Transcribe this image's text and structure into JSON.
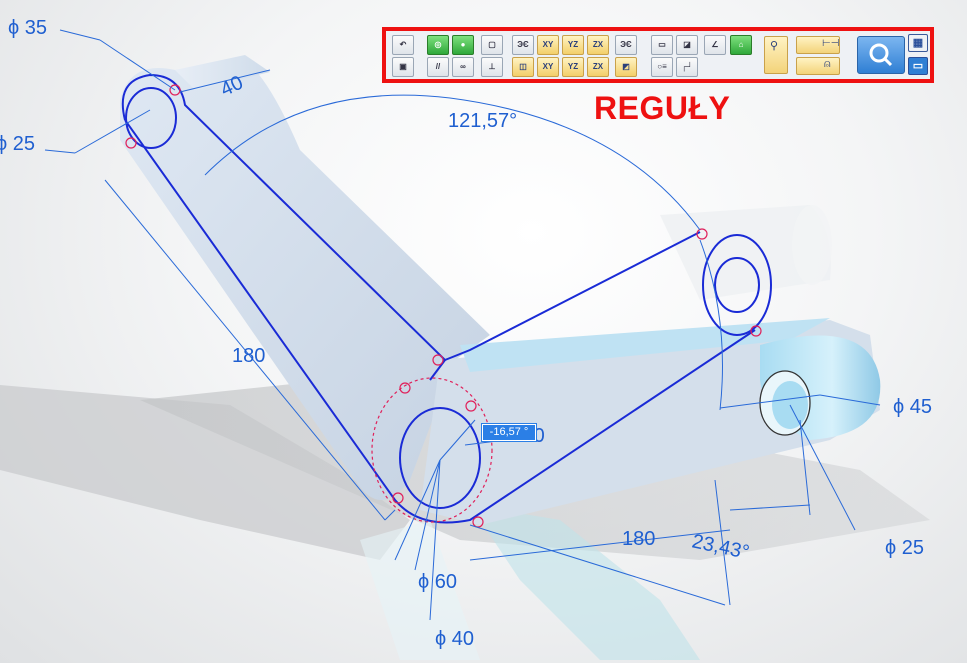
{
  "toolbar": {
    "row1": [
      {
        "name": "undo-icon",
        "label": "↶",
        "style": "plain"
      },
      {
        "name": "concentric-relation-icon",
        "label": "◎",
        "style": "green"
      },
      {
        "name": "tangent-relation-icon",
        "label": "●",
        "style": "green"
      },
      {
        "name": "rigid-set-icon",
        "label": "▢",
        "style": "plain"
      },
      {
        "name": "symmetric-icon",
        "label": "ЭЄ",
        "style": "plain"
      },
      {
        "name": "symmetric-xy-icon",
        "label": "XY",
        "style": "yellow"
      },
      {
        "name": "symmetric-yz-icon",
        "label": "YZ",
        "style": "yellow"
      },
      {
        "name": "symmetric-zx-icon",
        "label": "ZX",
        "style": "yellow"
      },
      {
        "name": "symmetric-plane-icon",
        "label": "ЭЄ",
        "style": "plain"
      },
      {
        "name": "parallel-plane-icon",
        "label": "▭",
        "style": "plain"
      },
      {
        "name": "lock-plane-icon",
        "label": "◪",
        "style": "plain"
      },
      {
        "name": "axis-icon",
        "label": "∠",
        "style": "plain"
      },
      {
        "name": "ground-icon",
        "label": "⌂",
        "style": "green"
      }
    ],
    "row2": [
      {
        "name": "save-icon",
        "label": "▣",
        "style": "plain"
      },
      {
        "name": "parallel-relation-icon",
        "label": "//",
        "style": "plain"
      },
      {
        "name": "equal-radius-icon",
        "label": "∞",
        "style": "plain"
      },
      {
        "name": "perpendicular-relation-icon",
        "label": "⊥",
        "style": "plain"
      },
      {
        "name": "coplanar-icon",
        "label": "◫",
        "style": "yellow"
      },
      {
        "name": "coplanar-xy-icon",
        "label": "XY",
        "style": "yellow"
      },
      {
        "name": "coplanar-yz-icon",
        "label": "YZ",
        "style": "yellow"
      },
      {
        "name": "coplanar-zx-icon",
        "label": "ZX",
        "style": "yellow"
      },
      {
        "name": "offset-icon",
        "label": "◩",
        "style": "yellow"
      },
      {
        "name": "relation-list-icon",
        "label": "○≡",
        "style": "plain"
      },
      {
        "name": "step-icon",
        "label": "┌┘",
        "style": "plain"
      }
    ],
    "rules_label": "REGUŁY"
  },
  "dimensions": {
    "d35": "ϕ 35",
    "d25_left": "ϕ 25",
    "d40_top": "40",
    "angle_121": "121,57°",
    "len_180_left": "180",
    "r20": "R20",
    "d45": "ϕ 45",
    "len_180_bottom": "180",
    "angle_23": "23,43°",
    "d25_right": "ϕ 25",
    "d60": "ϕ 60",
    "d40_bottom": "ϕ 40",
    "angle_input": "-16,57 °"
  },
  "colors": {
    "rules_red": "#ee1111",
    "dimension_blue": "#1f5fd0",
    "sketch_blue": "#1a2bd6",
    "relation_red": "#e0205a"
  }
}
